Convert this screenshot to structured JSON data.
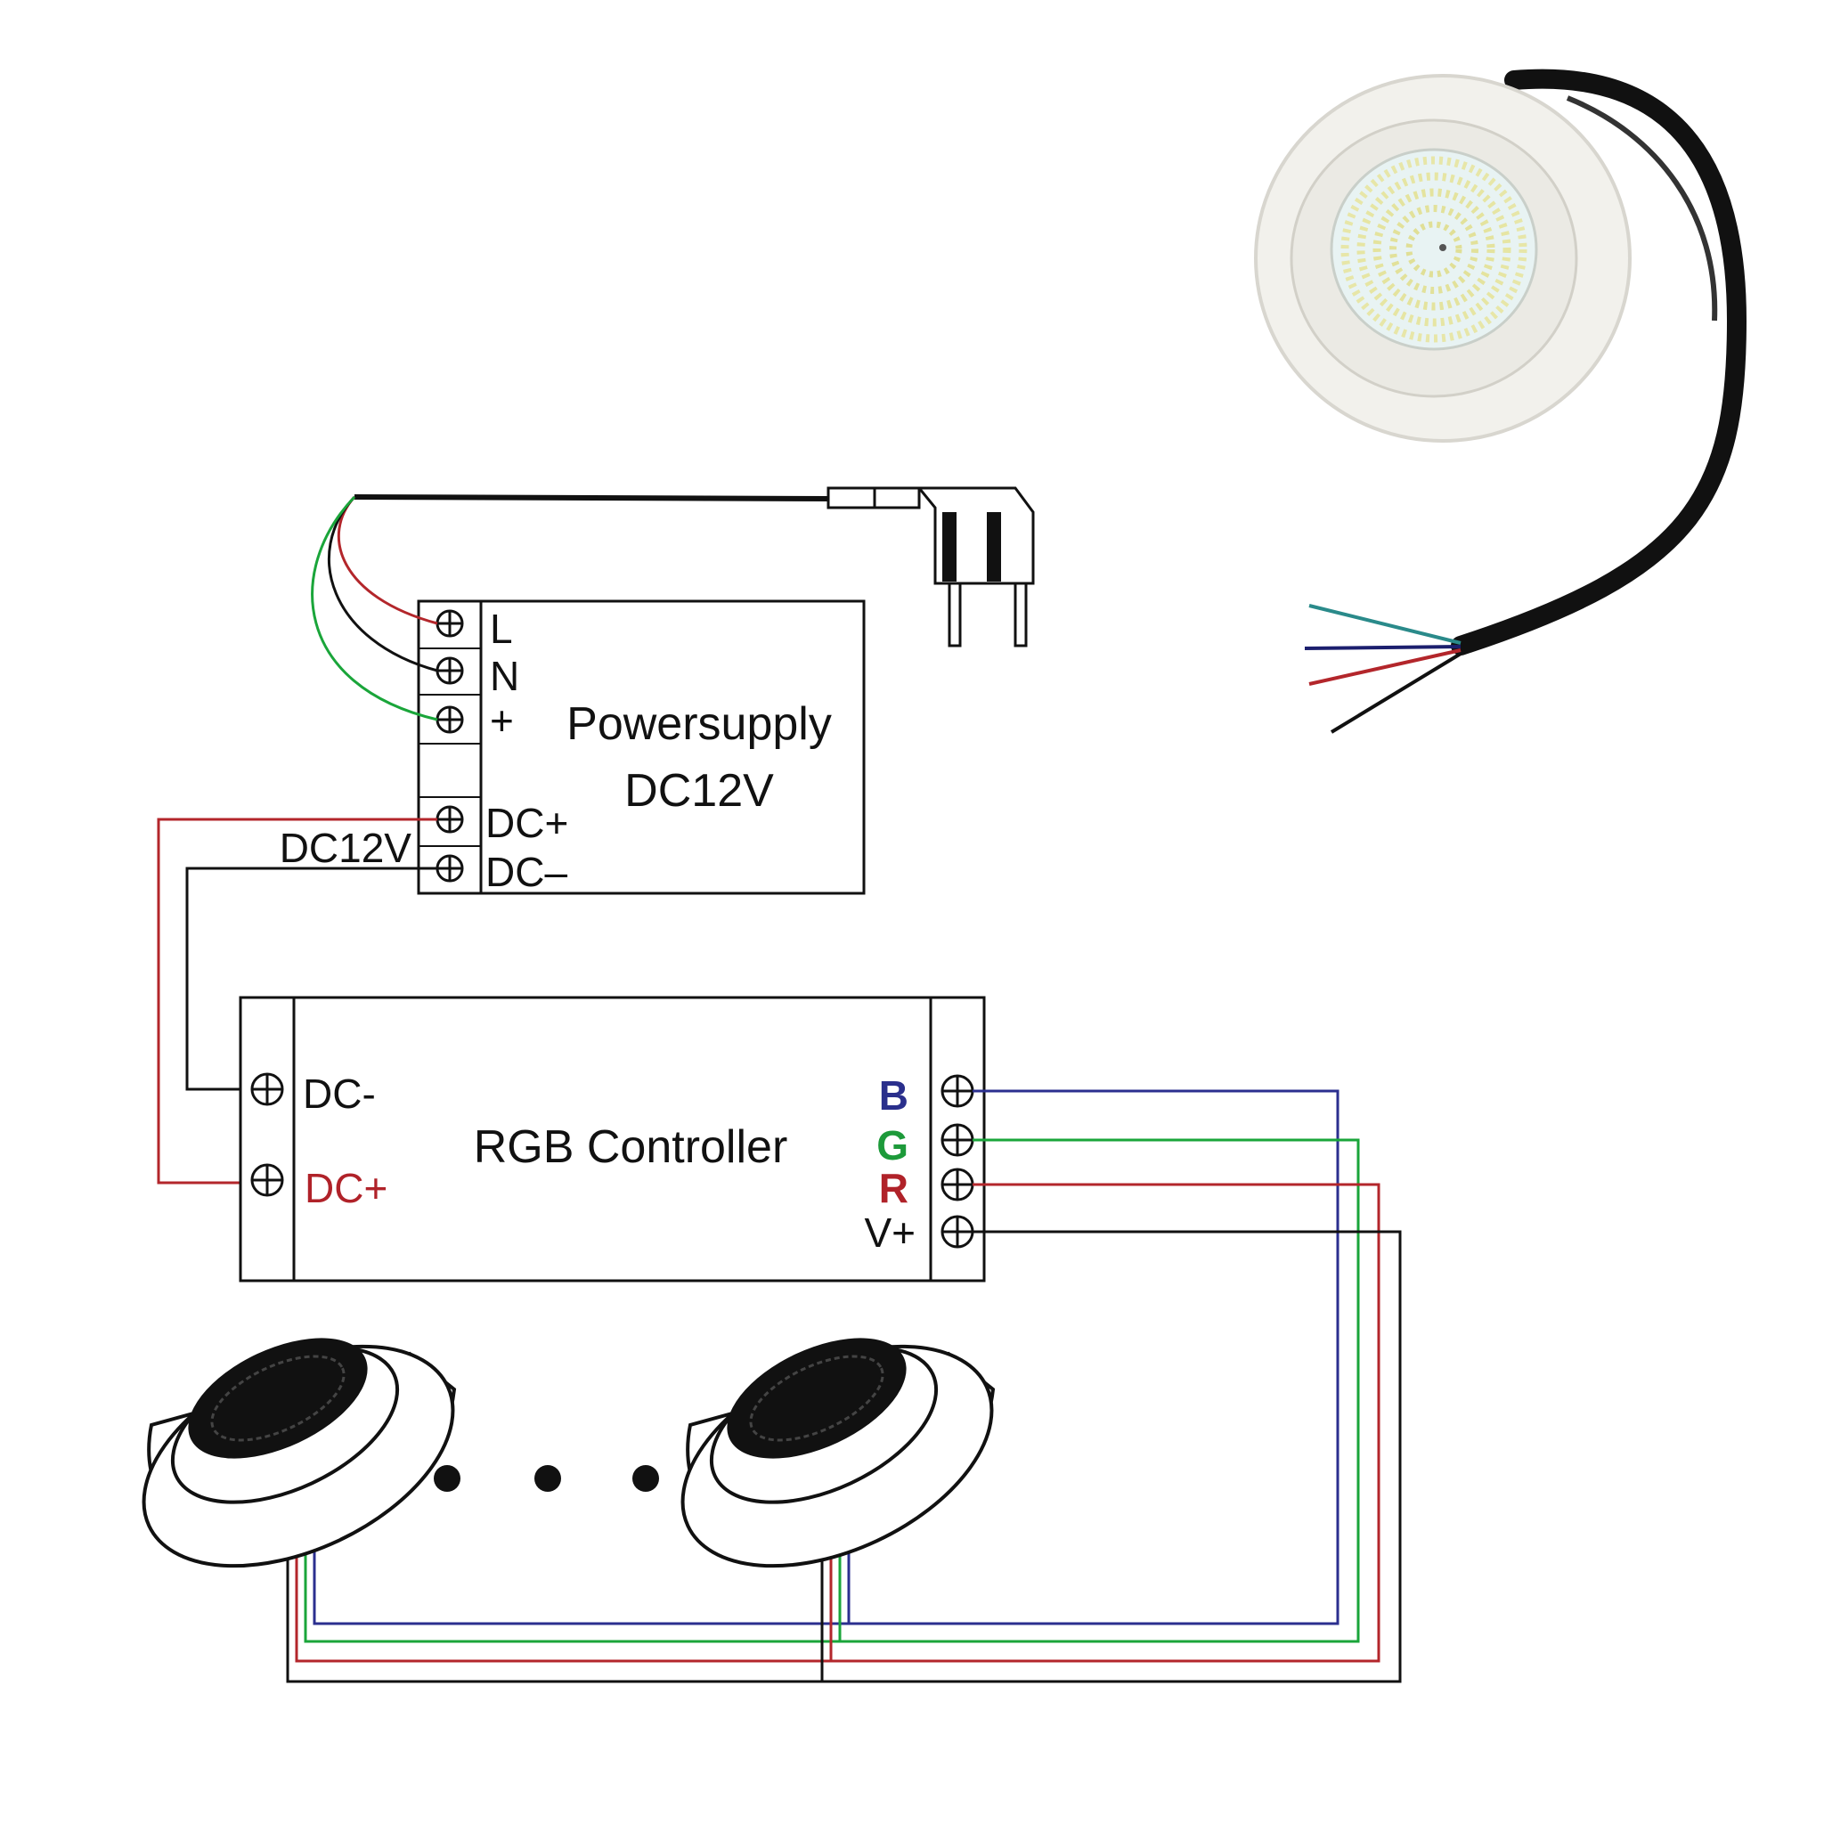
{
  "power_supply": {
    "title_line1": "Powersupply",
    "title_line2": "DC12V",
    "terminals": {
      "l": "L",
      "n": "N",
      "plus": "+",
      "dc_plus": "DC+",
      "dc_minus": "DC–"
    },
    "output_label": "DC12V"
  },
  "rgb_controller": {
    "title": "RGB Controller",
    "input_terminals": {
      "dc_minus": "DC-",
      "dc_plus": "DC+"
    },
    "output_terminals": {
      "b": "B",
      "g": "G",
      "r": "R",
      "v_plus": "V+"
    }
  },
  "ellipsis_dots": "• • •",
  "colors": {
    "blue_wire": "#2b2f8f",
    "green_wire": "#1aa53a",
    "red_wire": "#b3262b",
    "black_wire": "#111111",
    "label_blue": "#2a2f8c",
    "label_green": "#1d9a3a",
    "label_red": "#b02229"
  }
}
